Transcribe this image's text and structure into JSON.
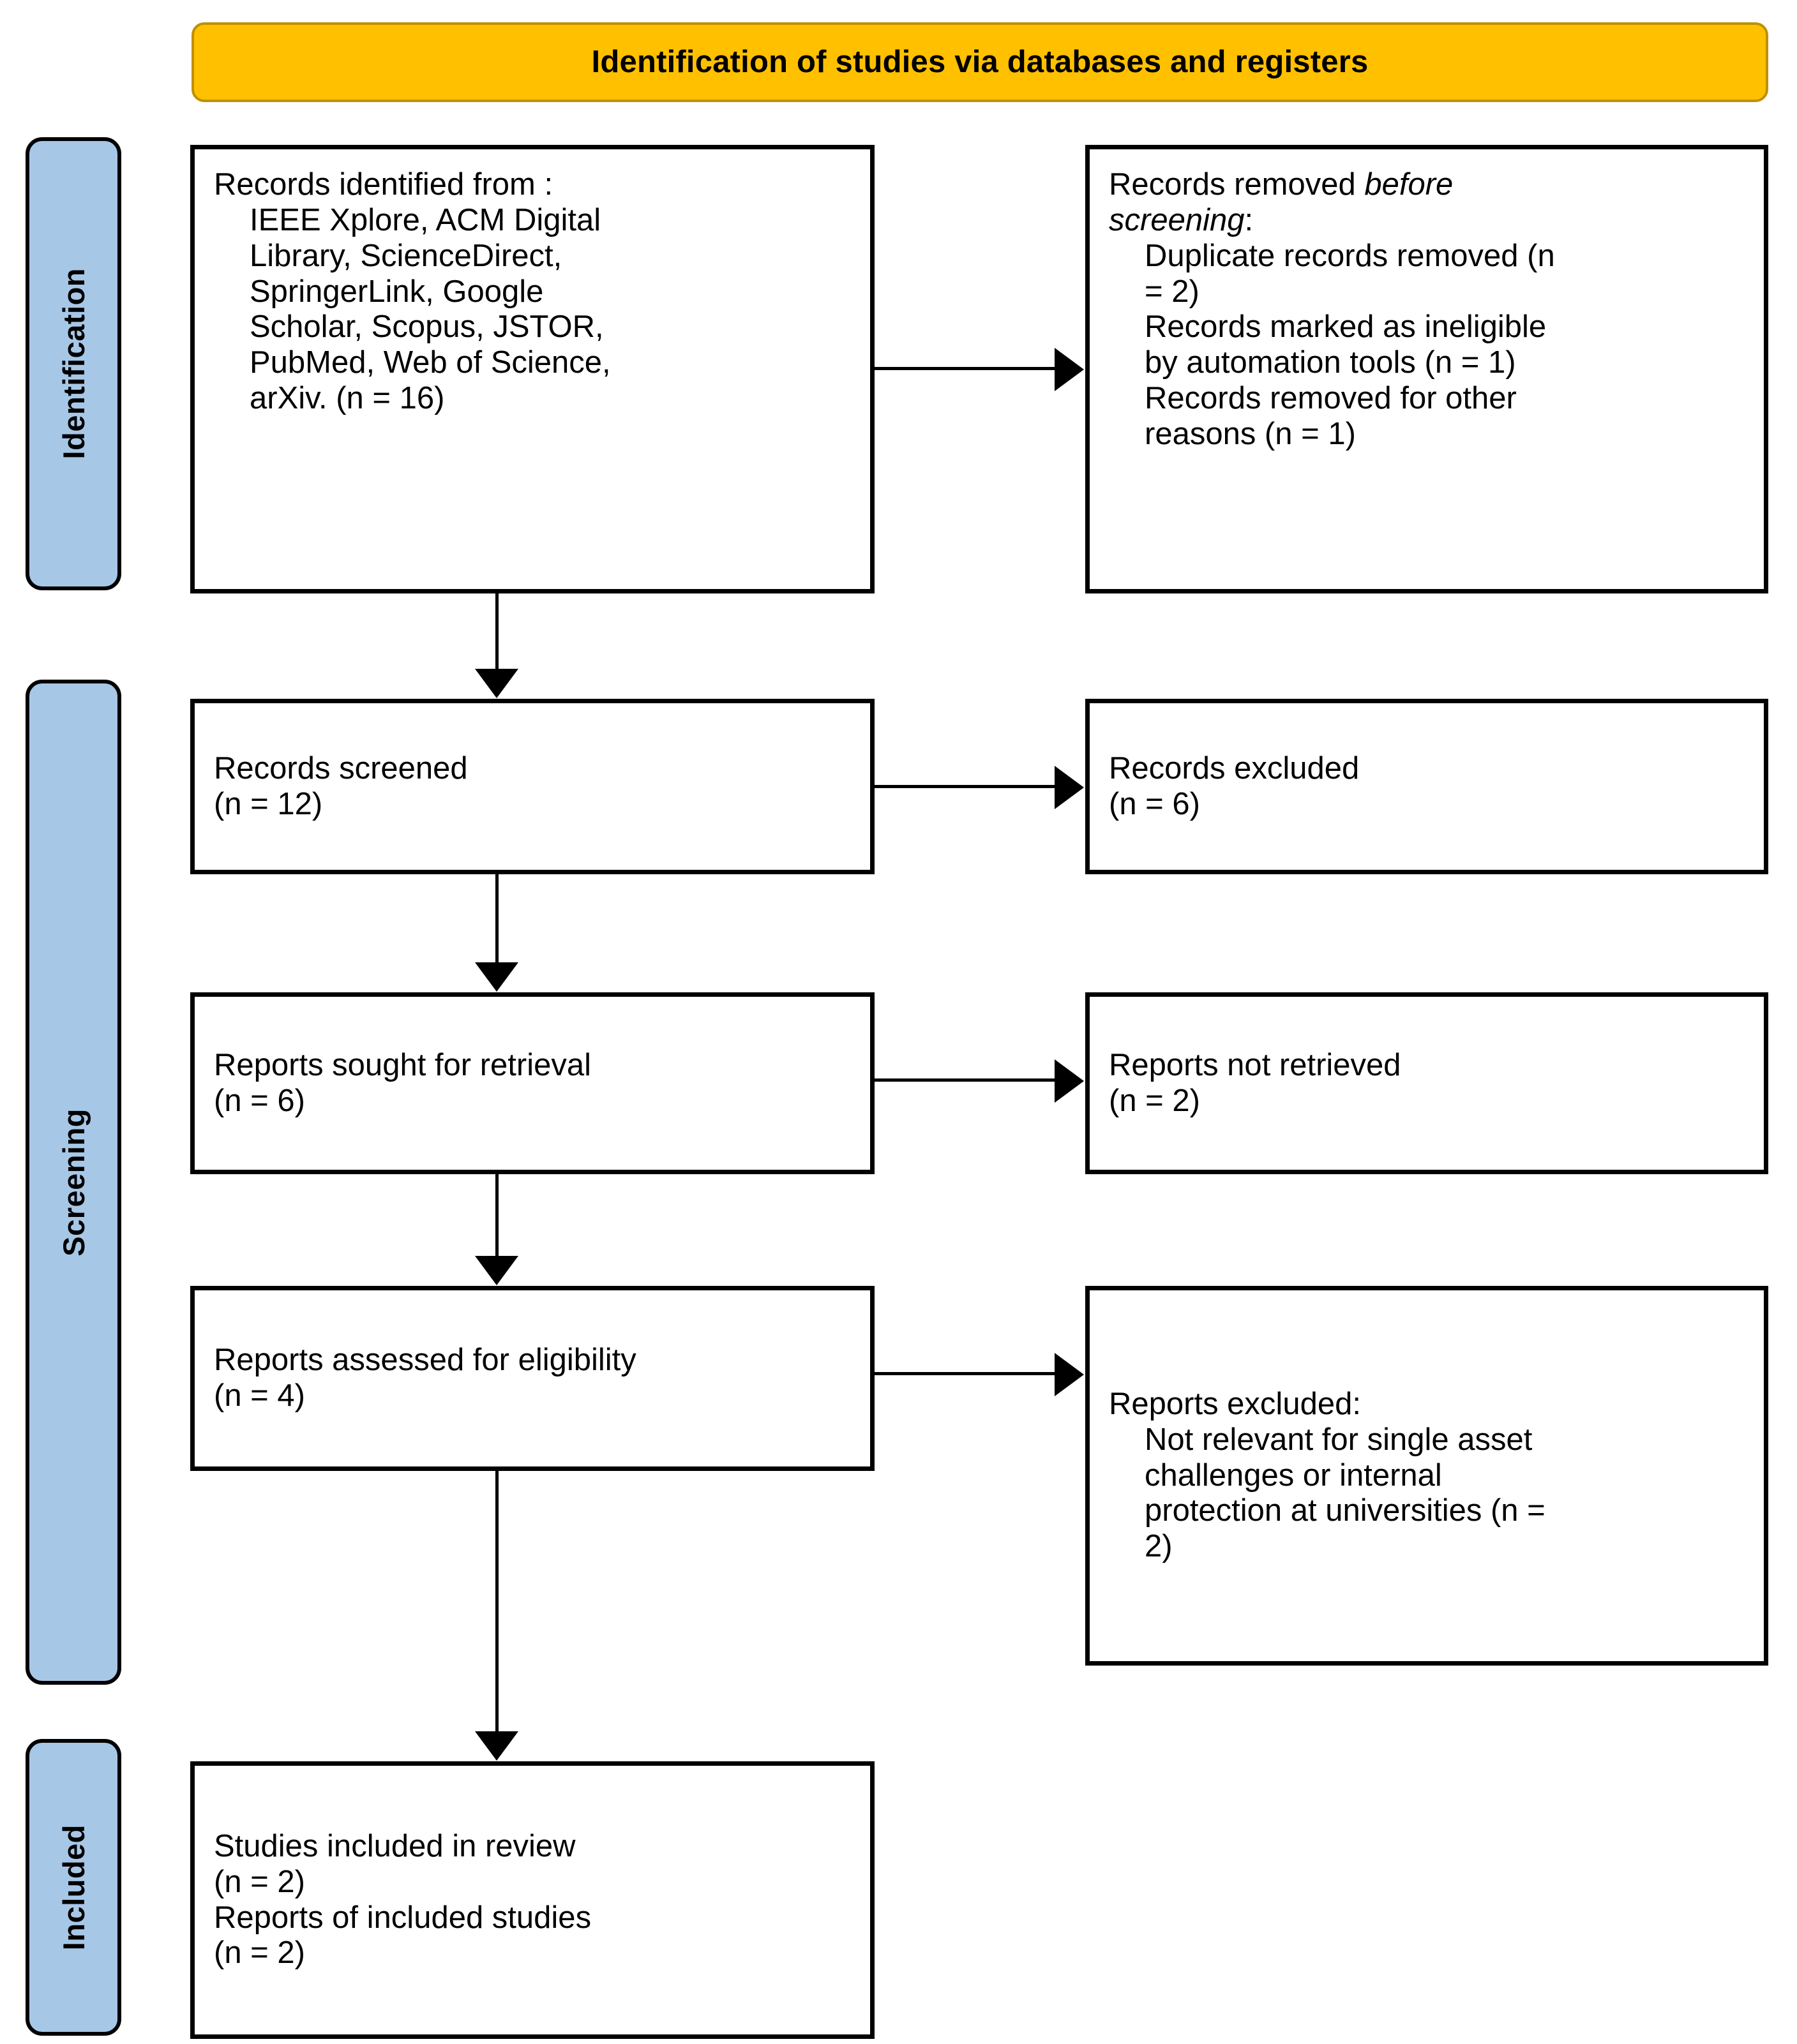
{
  "diagram": {
    "type": "prisma-flow-diagram",
    "banner": {
      "title": "Identification of studies via databases and registers",
      "fill_color": "#FFC000",
      "border_color": "#BF9000"
    },
    "phases": [
      {
        "key": "identification",
        "label": "Identification",
        "fill_color": "#A7C7E7"
      },
      {
        "key": "screening",
        "label": "Screening",
        "fill_color": "#A7C7E7"
      },
      {
        "key": "included",
        "label": "Included",
        "fill_color": "#A7C7E7"
      }
    ],
    "boxes": {
      "identified": {
        "line1": "Records identified from :",
        "line2": "IEEE Xplore, ACM Digital",
        "line3": "Library, ScienceDirect,",
        "line4": "SpringerLink, Google",
        "line5": "Scholar, Scopus, JSTOR,",
        "line6": "PubMed, Web of Science,",
        "line7": "arXiv. (n = 16)",
        "n": 16
      },
      "removed": {
        "line1_pre": "Records removed ",
        "line1_italic": "before",
        "line2_italic": "screening",
        "line2_post": ":",
        "item1": "Duplicate records removed (n",
        "item1b": "= 2)",
        "item2": "Records marked as ineligible",
        "item2b": "by automation tools (n = 1)",
        "item3": "Records removed for other",
        "item3b": "reasons (n = 1)",
        "n_duplicates": 2,
        "n_ineligible": 1,
        "n_other": 1
      },
      "screened": {
        "line1": "Records screened",
        "line2": "(n = 12)",
        "n": 12
      },
      "excluded": {
        "line1": "Records excluded",
        "line2": "(n = 6)",
        "n": 6
      },
      "sought": {
        "line1": "Reports sought for retrieval",
        "line2": "(n = 6)",
        "n": 6
      },
      "not_retrieved": {
        "line1": "Reports not retrieved",
        "line2": "(n = 2)",
        "n": 2
      },
      "assessed": {
        "line1": "Reports assessed for eligibility",
        "line2": "(n = 4)",
        "n": 4
      },
      "reports_excluded": {
        "line1": "Reports excluded:",
        "item1": "Not relevant for single asset",
        "item2": "challenges or internal",
        "item3": "protection at universities (n =",
        "item4": "2)",
        "n": 2
      },
      "included": {
        "line1": "Studies included in review",
        "line2": "(n = 2)",
        "line3": "Reports of included studies",
        "line4": "(n = 2)",
        "n_studies": 2,
        "n_reports": 2
      }
    }
  }
}
